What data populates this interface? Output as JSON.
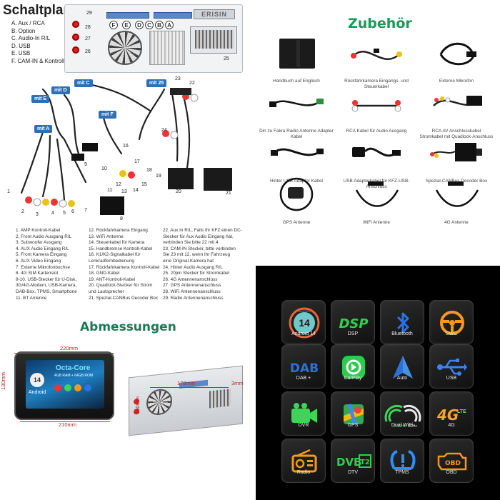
{
  "schaltplan": {
    "title": "Schaltplan",
    "legend": [
      "A. Aux / RCA",
      "B. Option",
      "C. Audio-In R/L",
      "D. USB",
      "E. USB",
      "F. CAM-IN & Kontroll"
    ],
    "unit_letters": [
      "A",
      "B",
      "C",
      "D",
      "E",
      "F"
    ],
    "unit_numbers": [
      "29",
      "28",
      "27",
      "26",
      "25"
    ],
    "brand_label": "ERISIN",
    "badges": [
      "mit C",
      "mit D",
      "mit E",
      "mit A",
      "mit F",
      "mit 25"
    ],
    "wire_numbers": [
      "23",
      "22",
      "24",
      "16",
      "17",
      "18",
      "19",
      "15",
      "14",
      "13",
      "12",
      "11",
      "10",
      "9",
      "8",
      "7",
      "6",
      "5",
      "4",
      "3",
      "2",
      "1",
      "20",
      "21"
    ],
    "cable_legend_col1": [
      "1.  AMP Kontroll-Kabel",
      "2.  Front Audio Ausgang R/L",
      "3.  Subwoofer Ausgang",
      "4.  AUX Audio Eingang R/L",
      "5.  Front Kamera Eingang",
      "6.  AUX Video Eingang",
      "7.  Externe Mikrofonbuchse",
      "8.  4G SIM Kartenslot",
      "9-10. USB-Stecker für U-Disk,",
      "      3G/4G-Modem, USB-Kamera,",
      "      DAB-Box, TPMS, Smartphone",
      "11. BT Antenne"
    ],
    "cable_legend_col2": [
      "12. Rückfahrkamera Eingang",
      "13. WiFi Antenne",
      "14. Steuerkabel für Kamera",
      "15. Handbremse Kontroll-Kabel",
      "16. K1/K2-Signalkabel für",
      "      Lenkradfernbedienung",
      "17. Rückfahrkamera Kontroll-Kabel",
      "18. GND-Kabel",
      "19. ANT-Kontroll-Kabel",
      "20. Quadlock-Stecker für Strom",
      "      und Lautsprecher",
      "21. Spezial-CANBus Decoder Box"
    ],
    "cable_legend_col3": [
      "22. Aux In R/L, Falls Ihr KFZ einen DC-",
      "      Stecker für Aux Audio Eingang hat,",
      "      verbinden Sie bitte 22 mit 4",
      "23. CAM-IN Stecker, bitte verbinden",
      "      Sie 23 mit 12, wenn Ihr Fahrzeug",
      "      eine Original-Kamera hat",
      "24. Hinter Audio Ausgang R/L",
      "25. 20pin Stecker für Stromkabel",
      "26. 4G Antennenanschluss",
      "27. GPS Antennenanschluss",
      "28. WiFi Antennenanschluss",
      "29. Radio Antennenanschluss"
    ]
  },
  "zubehoer": {
    "title": "Zubehör",
    "items": [
      {
        "label": "Handbuch auf Englisch",
        "icon": "manual-icon"
      },
      {
        "label": "Rückfahrkamera Eingangs- und Steuerkabel",
        "icon": "rca-cable-icon"
      },
      {
        "label": "Externe Mikrofon",
        "icon": "microphone-icon"
      },
      {
        "label": "Din zu Fakra Radio Antenne Adapter Kabel",
        "icon": "fakra-cable-icon"
      },
      {
        "label": "RCA Kabel für Audio Ausgang",
        "icon": "rca-audio-icon"
      },
      {
        "label": "RCA AV Anschlusskabel\nStromkabel mit Quadlock-Anschluss",
        "icon": "quadlock-icon"
      },
      {
        "label": "Hinter USB Adaptor Kabel",
        "icon": "usb-adapter-icon"
      },
      {
        "label": "USB Adapterkabel für KFZ-USB-Anschluss",
        "icon": "usb-cable-icon"
      },
      {
        "label": "Spezial-CANBus Decoder Box",
        "icon": "canbus-icon"
      },
      {
        "label": "GPS Antenne",
        "icon": "gps-antenna-icon"
      },
      {
        "label": "WiFi Antenne",
        "icon": "wifi-antenna-icon"
      },
      {
        "label": "4G Antenne",
        "icon": "lte-antenna-icon"
      }
    ]
  },
  "abmessungen": {
    "title": "Abmessungen",
    "width_top": "220mm",
    "height_side": "130mm",
    "width_bottom": "210mm",
    "depth_top": "178mm",
    "depth_side": "100mm",
    "depth_right": "3mm",
    "screen_title": "Octa-Core",
    "screen_sub": "4GB RAM + 64GB ROM",
    "screen_badge": "14",
    "screen_os": "Android"
  },
  "features": [
    {
      "label": "Android 14",
      "icon": "android-14-icon",
      "color": "#e8643c"
    },
    {
      "label": "DSP",
      "icon": "dsp-icon",
      "color": "#2ed14b"
    },
    {
      "label": "Bluetooth",
      "icon": "bluetooth-icon",
      "color": "#2a72e8"
    },
    {
      "label": "SWC",
      "icon": "steering-wheel-icon",
      "color": "#f39a1e"
    },
    {
      "label": "DAB +",
      "icon": "dab-icon",
      "color": "#2f6fd8"
    },
    {
      "label": "CarPlay",
      "icon": "carplay-icon",
      "color": "#2ec94e"
    },
    {
      "label": "Auto",
      "icon": "android-auto-icon",
      "color": "#4a90e2"
    },
    {
      "label": "USB",
      "icon": "usb-icon",
      "color": "#3b82f6"
    },
    {
      "label": "DVR",
      "icon": "dvr-camera-icon",
      "color": "#3dd45a"
    },
    {
      "label": "GPS",
      "icon": "gps-map-icon",
      "color": "#34a853"
    },
    {
      "label": "Dual WiFi",
      "icon": "dual-wifi-icon",
      "color": "#e9e9e9"
    },
    {
      "label": "4G",
      "icon": "lte-4g-icon",
      "color": "#f5a623"
    },
    {
      "label": "Radio",
      "icon": "radio-icon",
      "color": "#f39a1e"
    },
    {
      "label": "DTV",
      "icon": "dvbt2-icon",
      "color": "#2ed14b"
    },
    {
      "label": "TPMS",
      "icon": "tpms-icon",
      "color": "#2f8ef2"
    },
    {
      "label": "OBD",
      "icon": "obd-icon",
      "color": "#f39a1e"
    }
  ],
  "feature_texts": {
    "android_badge": "14",
    "android_word": "ANDROID",
    "dsp_text": "DSP",
    "dab_text": "DAB",
    "wifi_a": "2.4GHz",
    "wifi_b": "5GHz",
    "lte_text": "4G",
    "lte_small": "LTE",
    "dvb_text": "DVB",
    "dvb_t2": "T2",
    "obd_text": "OBD"
  }
}
